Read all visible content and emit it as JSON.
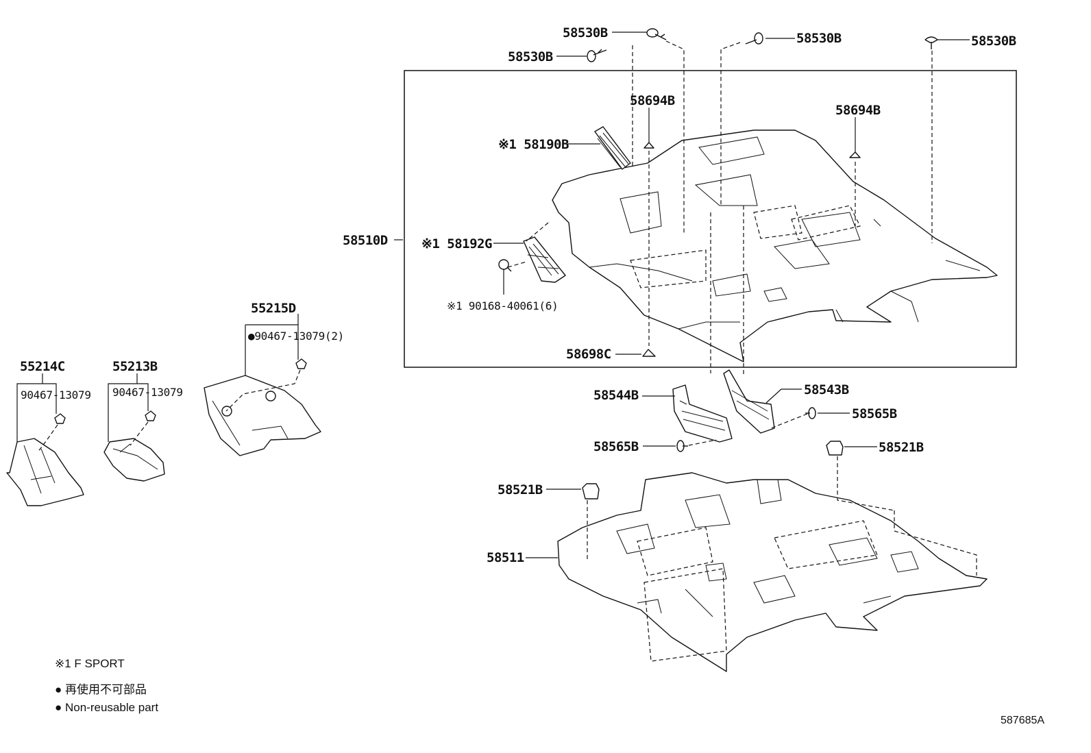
{
  "labels": {
    "p58530b_a": "58530B",
    "p58530b_b": "58530B",
    "p58530b_c": "58530B",
    "p58530b_d": "58530B",
    "p58694b_a": "58694B",
    "p58694b_b": "58694B",
    "p58190b": "※1 58190B",
    "p58510d": "58510D",
    "p58192g": "※1 58192G",
    "p90168": "※1 90168-40061(6)",
    "p58698c": "58698C",
    "p55215d": "55215D",
    "p90467_2": "●90467-13079(2)",
    "p55214c": "55214C",
    "p90467_a": "90467-13079",
    "p55213b": "55213B",
    "p90467_b": "90467-13079",
    "p58544b": "58544B",
    "p58543b": "58543B",
    "p58565b_a": "58565B",
    "p58565b_b": "58565B",
    "p58521b_a": "58521B",
    "p58521b_b": "58521B",
    "p58511": "58511"
  },
  "legend": {
    "note1": "※1 F SPORT",
    "bullet_jp": "● 再使用不可部品",
    "bullet_en": "● Non-reusable part"
  },
  "diagram_ref": "587685A"
}
